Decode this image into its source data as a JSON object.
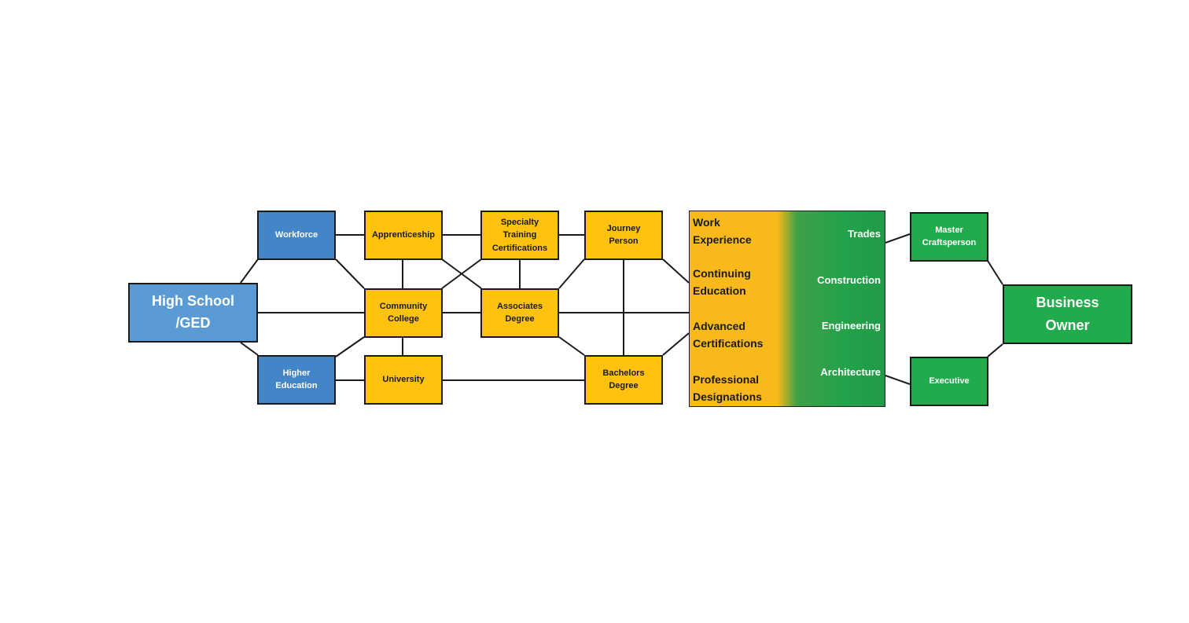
{
  "nodes": {
    "high_school": "High School\n/GED",
    "workforce": "Workforce",
    "higher_education": "Higher\nEducation",
    "apprenticeship": "Apprenticeship",
    "community_college": "Community\nCollege",
    "university": "University",
    "specialty_training": "Specialty\nTraining\nCertifications",
    "associates_degree": "Associates\nDegree",
    "journey_person": "Journey\nPerson",
    "bachelors_degree": "Bachelors\nDegree",
    "master_craftsperson": "Master\nCraftsperson",
    "executive": "Executive",
    "business_owner": "Business\nOwner"
  },
  "experience_box": {
    "left_items": [
      "Work\nExperience",
      "Continuing\nEducation",
      "Advanced\nCertifications",
      "Professional\nDesignations"
    ],
    "right_items": [
      "Trades",
      "Construction",
      "Engineering",
      "Architecture"
    ]
  },
  "colors": {
    "blue": "#4286c8",
    "blue_light": "#5b9bd5",
    "yellow": "#ffc20e",
    "green": "#22ab4d",
    "line": "#1a1a1a"
  }
}
